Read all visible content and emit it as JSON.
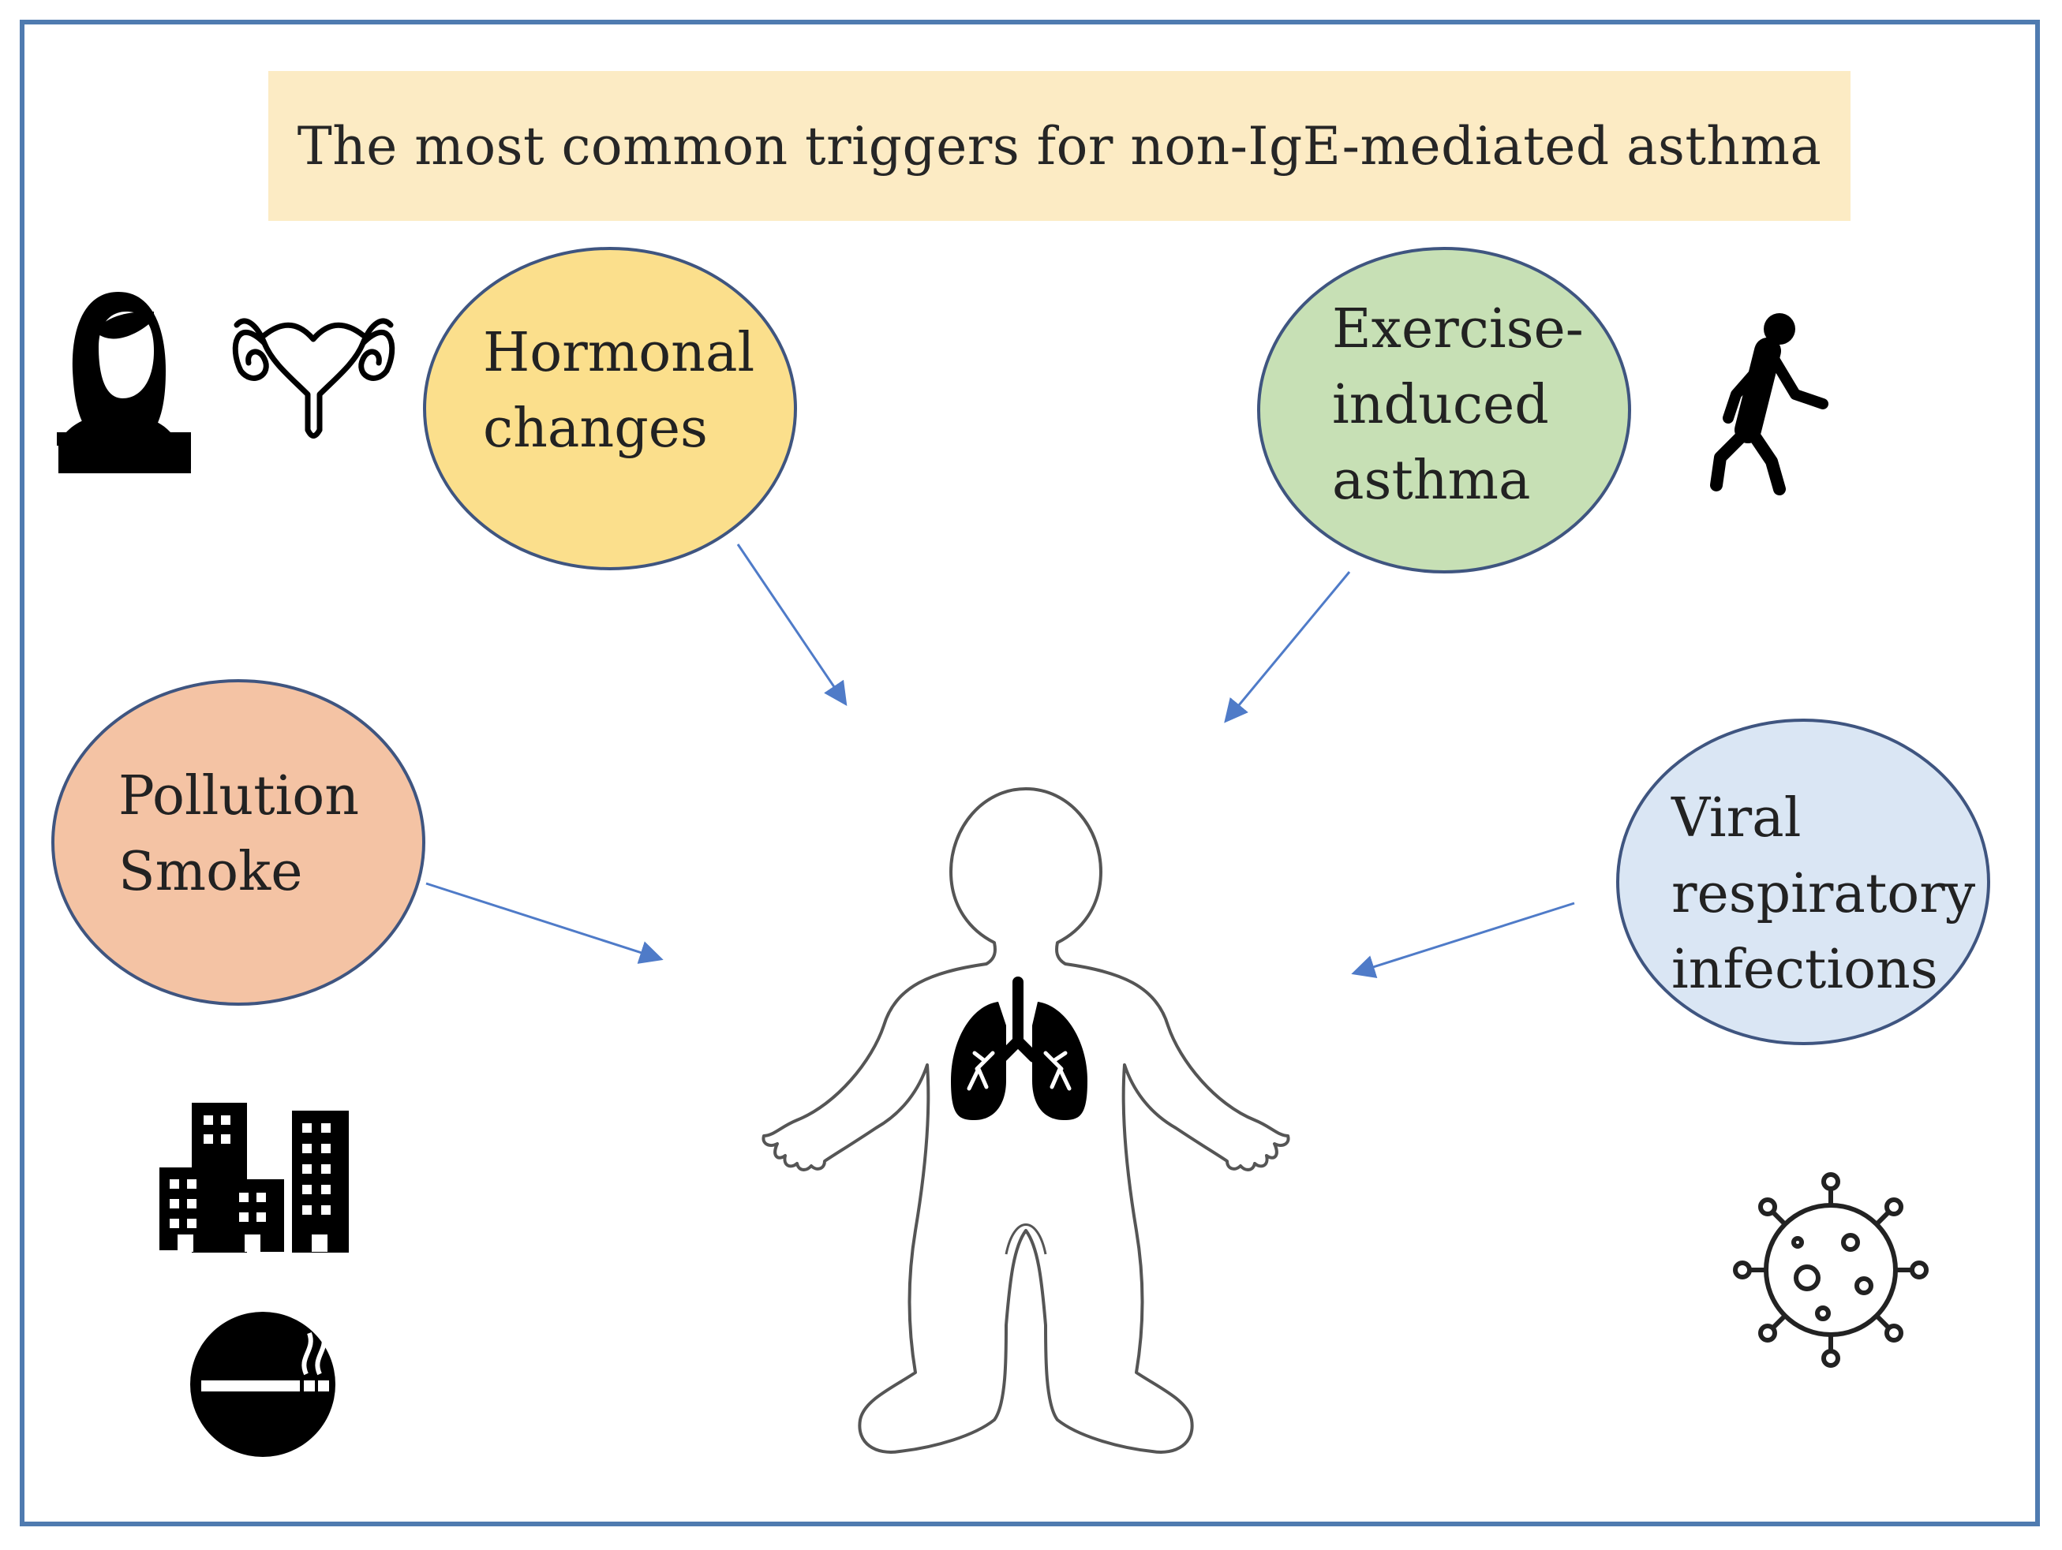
{
  "title": "The most common triggers for non-IgE-mediated asthma",
  "triggers": {
    "hormonal": {
      "lines": [
        "Hormonal",
        "changes"
      ],
      "color": "#fbdf8c"
    },
    "exercise": {
      "lines": [
        "Exercise-",
        "induced",
        "asthma"
      ],
      "color": "#c7e0b5"
    },
    "pollution": {
      "lines": [
        "Pollution",
        "Smoke"
      ],
      "color": "#f4c3a4"
    },
    "viral": {
      "lines": [
        "Viral",
        "respiratory",
        "infections"
      ],
      "color": "#dae6f4"
    }
  },
  "icons": {
    "hormonal": [
      "woman-icon",
      "uterus-icon"
    ],
    "exercise": [
      "walking-person-icon"
    ],
    "pollution": [
      "city-buildings-icon",
      "smoking-icon"
    ],
    "viral": [
      "virus-icon"
    ],
    "center": [
      "child-body-outline-icon",
      "lungs-icon"
    ]
  },
  "colors": {
    "frame": "#4f7bb0",
    "arrow": "#4f7bc8",
    "bubble_stroke": "#3f5580",
    "title_bg": "#fcebc4"
  }
}
